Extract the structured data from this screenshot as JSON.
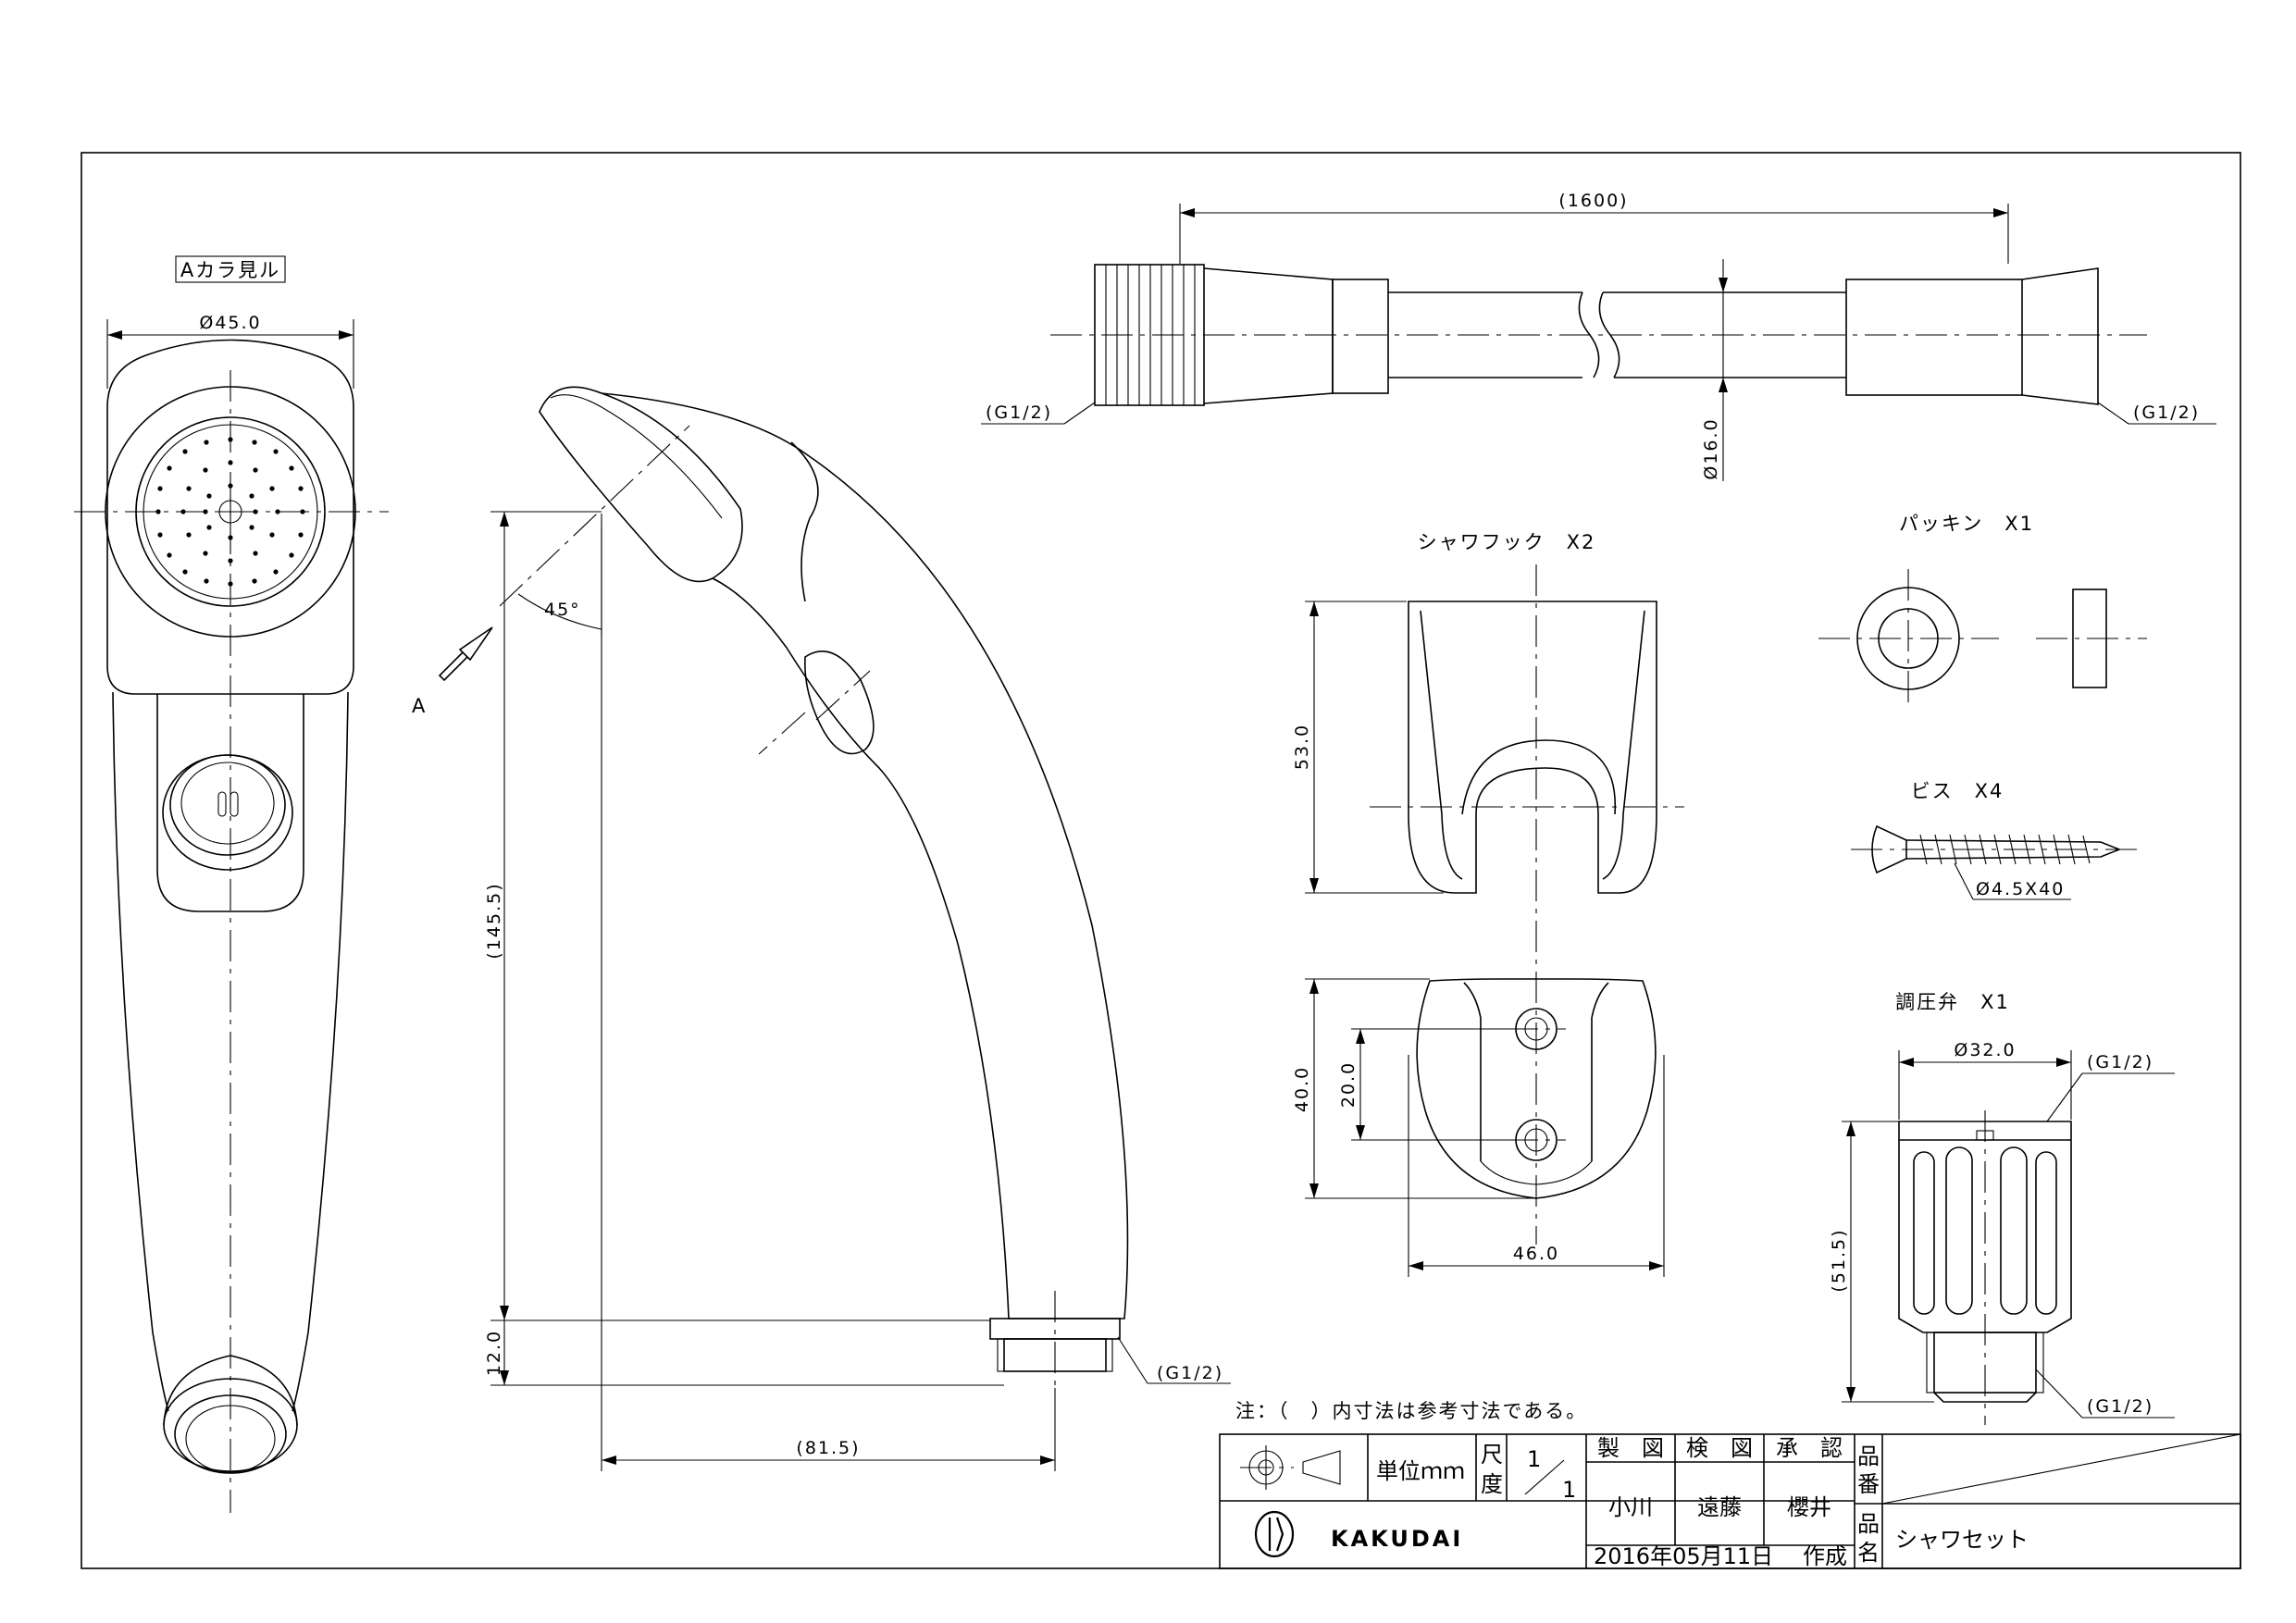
{
  "views": {
    "arrow_view_label": "Aカラ見ル",
    "arrow_letter": "A",
    "angle_label": "45°"
  },
  "dimensions": {
    "head_diameter": "Ø45.0",
    "handle_height": "(145.5)",
    "thread_length": "12.0",
    "handle_reach": "(81.5)",
    "handle_thread": "(G1/2)",
    "hose_length": "(1600)",
    "hose_diameter": "Ø16.0",
    "hose_thread_left": "(G1/2)",
    "hose_thread_right": "(G1/2)",
    "hook_height": "53.0",
    "hook_depth": "40.0",
    "hook_hole_pitch": "20.0",
    "hook_width": "46.0",
    "screw_size": "Ø4.5X40",
    "valve_diameter": "Ø32.0",
    "valve_thread_top": "(G1/2)",
    "valve_height": "(51.5)",
    "valve_thread_bottom": "(G1/2)"
  },
  "parts": {
    "hook": "シャワフック　X2",
    "packing": "パッキン　X1",
    "screw": "ビス　X4",
    "valve": "調圧弁　X1"
  },
  "note": "注：（　）内寸法は参考寸法である。",
  "title_block": {
    "unit": "単位ｍｍ",
    "scale_label_1": "尺",
    "scale_label_2": "度",
    "scale_num": "1",
    "scale_den": "1",
    "drawn_label": "製　図",
    "checked_label": "検　図",
    "approved_label": "承　認",
    "drawn_by": "小川",
    "checked_by": "遠藤",
    "approved_by": "櫻井",
    "part_no_label_1": "品",
    "part_no_label_2": "番",
    "part_name_label_1": "品",
    "part_name_label_2": "名",
    "part_name": "シャワセット",
    "date": "2016年05月11日",
    "created": "作成",
    "company": "KAKUDAI"
  }
}
